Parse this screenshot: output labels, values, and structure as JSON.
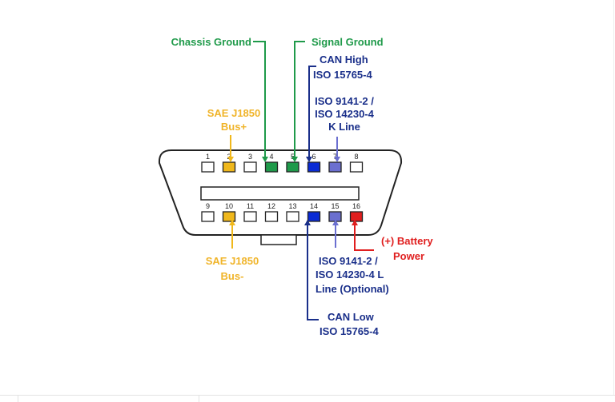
{
  "colors": {
    "green": "#1f9a4a",
    "navy": "#1a2f8a",
    "blue": "#0a2bd4",
    "periwinkle": "#6b6fd0",
    "yellow": "#f0b81c",
    "yellowText": "#f0b429",
    "red": "#e01f1f",
    "outline": "#222222"
  },
  "pin_numbers": {
    "top": [
      "1",
      "2",
      "3",
      "4",
      "5",
      "6",
      "7",
      "8"
    ],
    "bottom": [
      "9",
      "10",
      "11",
      "12",
      "13",
      "14",
      "15",
      "16"
    ]
  },
  "pins": {
    "top": [
      "white",
      "yellow",
      "white",
      "green",
      "green",
      "blue",
      "periwinkle",
      "white"
    ],
    "bottom": [
      "white",
      "yellow",
      "white",
      "white",
      "white",
      "blue",
      "periwinkle",
      "red"
    ]
  },
  "labels": {
    "chassis_ground": "Chassis Ground",
    "signal_ground": "Signal Ground",
    "can_high_1": "CAN High",
    "can_high_2": "ISO 15765-4",
    "kline_top_1": "ISO 9141-2 /",
    "kline_top_2": "ISO 14230-4",
    "kline_top_3": "K Line",
    "j1850_plus_1": "SAE J1850",
    "j1850_plus_2": "Bus+",
    "j1850_minus_1": "SAE J1850",
    "j1850_minus_2": "Bus-",
    "battery_1": "(+) Battery",
    "battery_2": "Power",
    "lline_1": "ISO 9141-2 /",
    "lline_2": "ISO 14230-4 L",
    "lline_3": "Line (Optional)",
    "can_low_1": "CAN Low",
    "can_low_2": "ISO 15765-4"
  }
}
